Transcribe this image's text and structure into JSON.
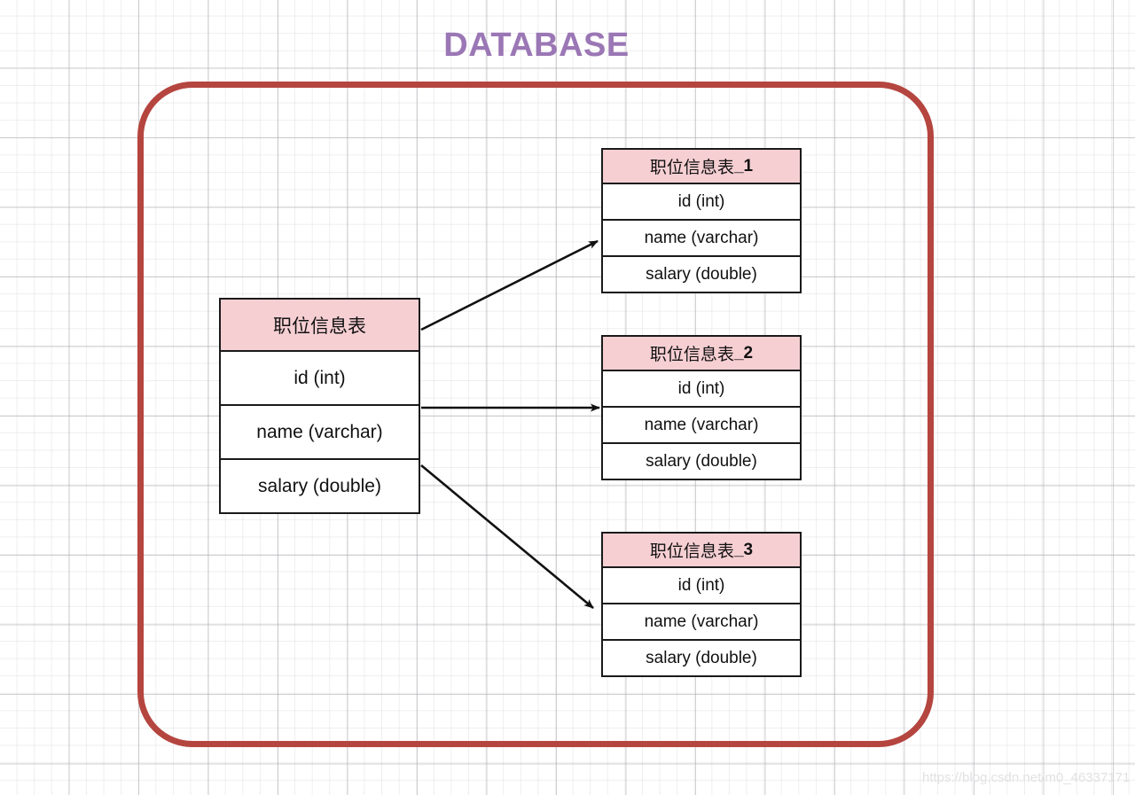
{
  "diagram": {
    "title": "DATABASE",
    "title_color": "#9b77b5",
    "boundary_color": "#b5453f",
    "header_fill": "#f6cfd3",
    "line_color": "#1a1a1a",
    "watermark": "https://blog.csdn.net/m0_46337171"
  },
  "source_table": {
    "name": "职位信息表",
    "columns": [
      "id (int)",
      "name (varchar)",
      "salary (double)"
    ]
  },
  "shard_tables": [
    {
      "base_name": "职位信息表",
      "suffix": "_1",
      "columns": [
        "id (int)",
        "name (varchar)",
        "salary (double)"
      ]
    },
    {
      "base_name": "职位信息表",
      "suffix": "_2",
      "columns": [
        "id (int)",
        "name (varchar)",
        "salary (double)"
      ]
    },
    {
      "base_name": "职位信息表",
      "suffix": "_3",
      "columns": [
        "id (int)",
        "name (varchar)",
        "salary (double)"
      ]
    }
  ],
  "connectors": [
    {
      "name": "arrow-to-shard-1",
      "from": "职位信息表",
      "to": "职位信息表_1"
    },
    {
      "name": "arrow-to-shard-2",
      "from": "职位信息表",
      "to": "职位信息表_2"
    },
    {
      "name": "arrow-to-shard-3",
      "from": "职位信息表",
      "to": "职位信息表_3"
    }
  ]
}
